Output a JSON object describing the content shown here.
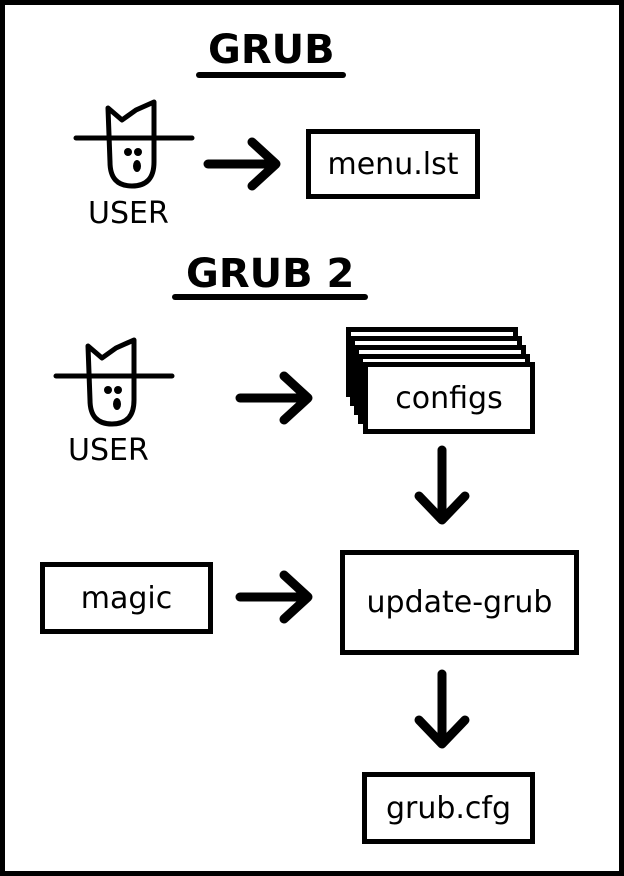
{
  "grub1": {
    "heading": "GRUB",
    "user_label": "USER",
    "menu_box": "menu.lst"
  },
  "grub2": {
    "heading": "GRUB 2",
    "user_label": "USER",
    "configs_box": "configs",
    "magic_box": "magic",
    "update_box": "update-grub",
    "output_box": "grub.cfg"
  },
  "icons": {
    "user": "user-with-hat-icon",
    "arrow": "arrow-icon",
    "stack": "stacked-documents"
  },
  "colors": {
    "stroke": "#000000",
    "background": "#ffffff"
  }
}
